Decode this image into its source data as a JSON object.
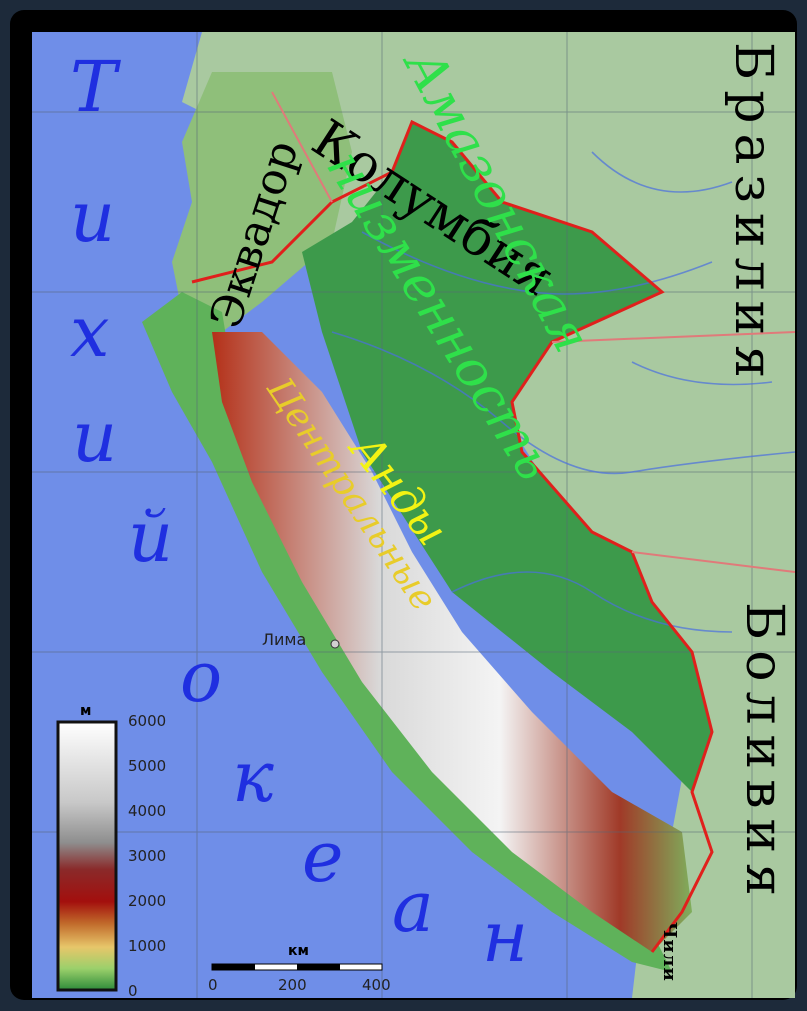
{
  "map": {
    "labels": {
      "ocean": [
        "Т",
        "и",
        "х",
        "и",
        "й",
        "о",
        "к",
        "е",
        "а",
        "н"
      ],
      "colombia": "Колумбия",
      "ecuador": "Эквадор",
      "brazil": "Бразилия",
      "bolivia": "Боливия",
      "chile": "Чили",
      "lima": "Лима",
      "amazon": [
        "Амазонская",
        "низменность"
      ],
      "andes": [
        "Анды",
        "Центральные"
      ]
    },
    "colors": {
      "ocean": "#6f8ee8",
      "lowland": "#3d9a4b",
      "neighbor_land": "#a9c9a0",
      "border": "#e0201c",
      "ocean_text": "#1f2fe0",
      "lowland_text": "#2fe04a",
      "mountain_text": "#f3f313"
    }
  },
  "legend": {
    "unit": "м",
    "ticks": [
      "6000",
      "5000",
      "4000",
      "3000",
      "2000",
      "1000",
      "0"
    ]
  },
  "scale": {
    "unit": "км",
    "ticks": [
      "0",
      "200",
      "400"
    ]
  }
}
